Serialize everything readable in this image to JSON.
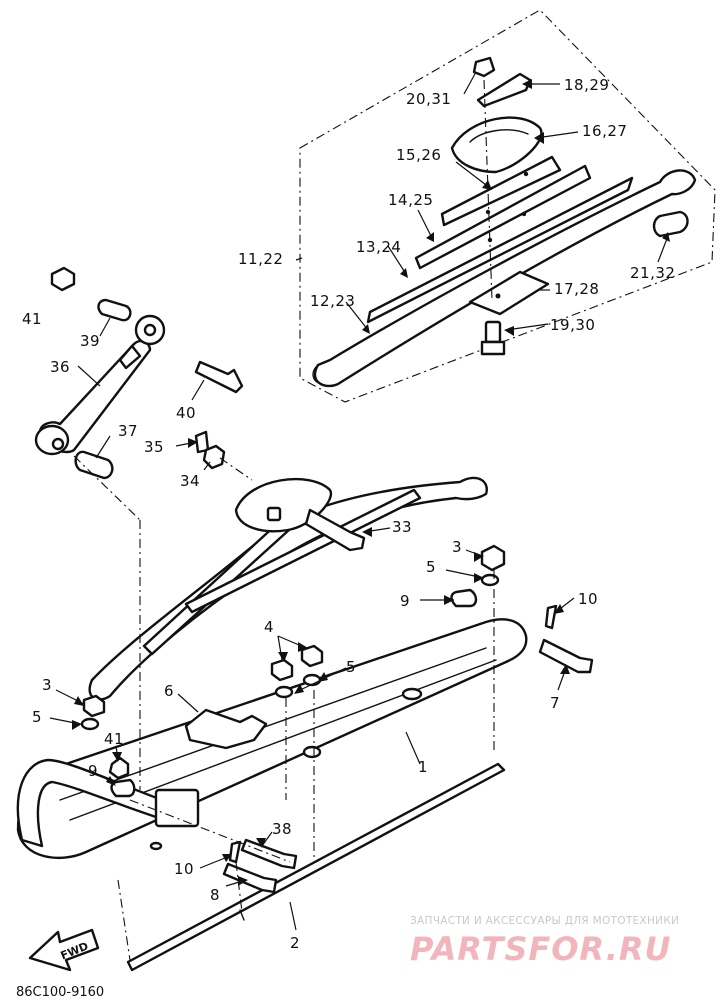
{
  "diagram": {
    "code": "86C100-9160",
    "fwd_label": "FWD",
    "watermark": {
      "line1": "ЗАПЧАСТИ И АКСЕССУАРЫ ДЛЯ МОТОТЕХНИКИ",
      "line2": "PARTSFOR.RU"
    },
    "callouts": {
      "c1": "1",
      "c2": "2",
      "c3a": "3",
      "c3b": "3",
      "c4": "4",
      "c5a": "5",
      "c5b": "5",
      "c5c": "5",
      "c6": "6",
      "c7": "7",
      "c8": "8",
      "c9a": "9",
      "c9b": "9",
      "c10a": "10",
      "c10b": "10",
      "c11_22": "11,22",
      "c12_23": "12,23",
      "c13_24": "13,24",
      "c14_25": "14,25",
      "c15_26": "15,26",
      "c16_27": "16,27",
      "c17_28": "17,28",
      "c18_29": "18,29",
      "c19_30": "19,30",
      "c20_31": "20,31",
      "c21_32": "21,32",
      "c33": "33",
      "c34": "34",
      "c35": "35",
      "c36": "36",
      "c37": "37",
      "c38": "38",
      "c39": "39",
      "c40": "40",
      "c41a": "41",
      "c41b": "41"
    }
  }
}
